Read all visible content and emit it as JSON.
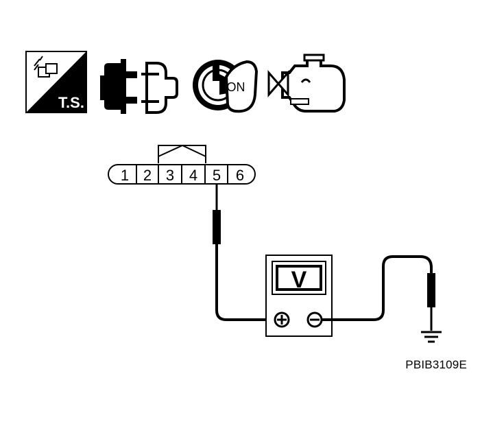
{
  "icons": {
    "ts_label": "T.S.",
    "connector_icon": "connector-disconnect-icon",
    "ignition_label": "ON",
    "engine_icon": "engine-stopped-icon"
  },
  "connector": {
    "pins": [
      "1",
      "2",
      "3",
      "4",
      "5",
      "6"
    ],
    "probed_pin": "5"
  },
  "meter": {
    "label": "V",
    "positive_terminal": "+",
    "negative_terminal": "−"
  },
  "reference_code": "PBIB3109E",
  "colors": {
    "ink": "#000000",
    "background": "#ffffff"
  }
}
